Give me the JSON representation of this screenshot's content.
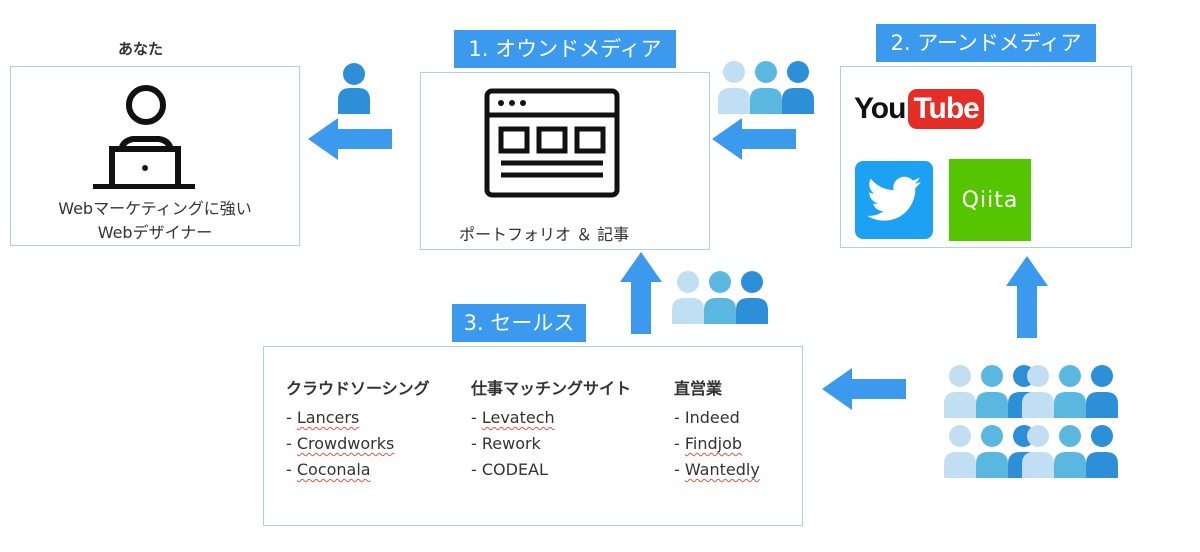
{
  "you": {
    "caption": "あなた",
    "line1": "Webマーケティングに強い",
    "line2": "Webデザイナー"
  },
  "owned": {
    "tag": "1. オウンドメディア",
    "caption": "ポートフォリオ ＆ 記事"
  },
  "earned": {
    "tag": "2. アーンドメディア",
    "youtube_you": "You",
    "youtube_tube": "Tube",
    "qiita": "Qiita"
  },
  "sales": {
    "tag": "3. セールス",
    "columns": [
      {
        "title": "クラウドソーシング",
        "items": [
          "- Lancers",
          "- Crowdworks",
          "- Coconala"
        ]
      },
      {
        "title": "仕事マッチングサイト",
        "items": [
          "- Levatech",
          "- Rework",
          "- CODEAL"
        ]
      },
      {
        "title": "直営業",
        "items": [
          "- Indeed",
          "- Findjob",
          "- Wantedly"
        ]
      }
    ]
  },
  "colors": {
    "arrow": "#3b99ee",
    "border": "#a9d0f0",
    "person_light": "#c2def3",
    "person_mid": "#5ab8e0",
    "person_dark": "#2d8fd8",
    "youtube_red": "#e52d27",
    "twitter_blue": "#1da1f2",
    "qiita_green": "#55c500"
  },
  "icons": {
    "you": "person-at-laptop-icon",
    "owned": "browser-window-icon",
    "single_person": "person-icon",
    "crowd": "people-group-icon"
  }
}
